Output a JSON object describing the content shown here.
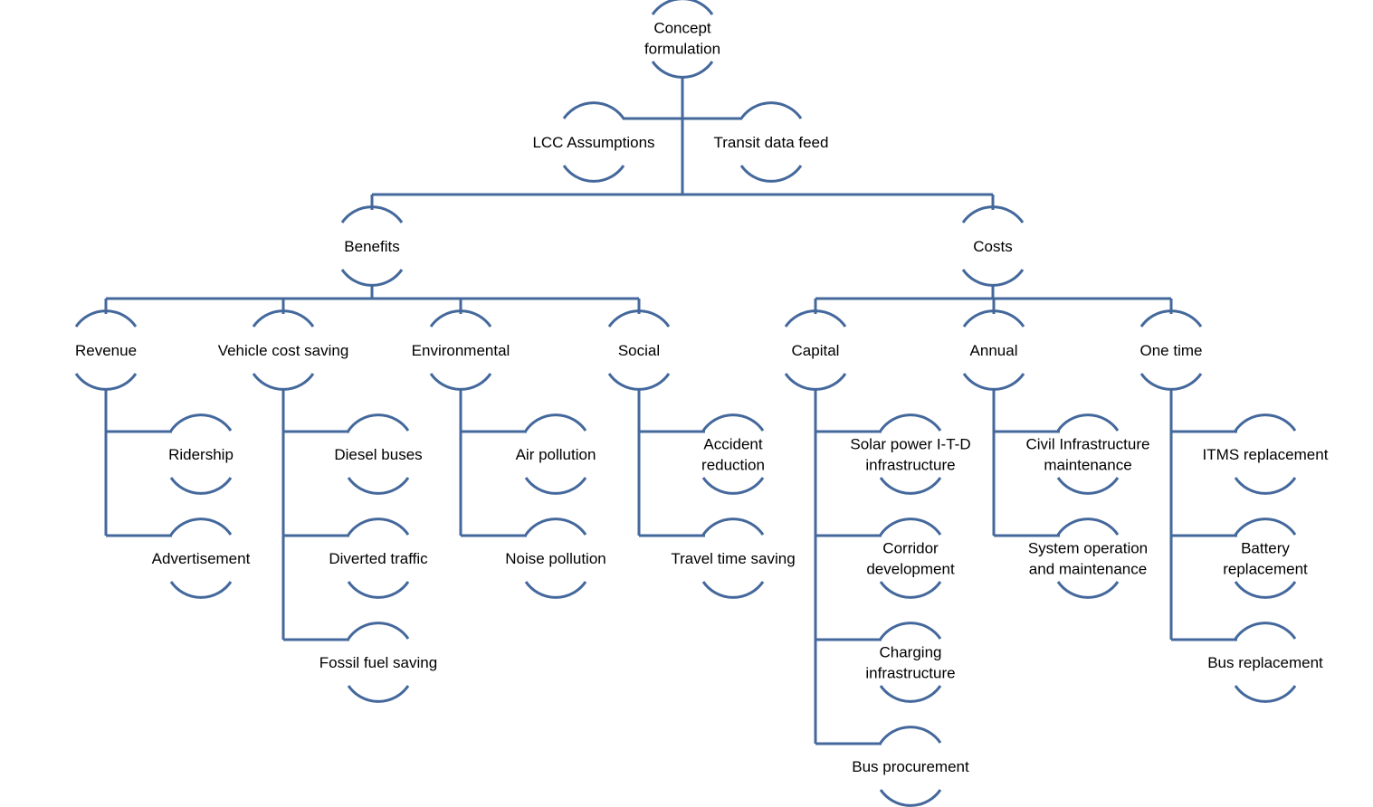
{
  "colors": {
    "line": "#44689C",
    "text": "#000000",
    "background": "#FFFFFF"
  },
  "nodes": {
    "root": {
      "lines": [
        "Concept",
        "formulation"
      ]
    },
    "lcc": {
      "lines": [
        "LCC Assumptions"
      ]
    },
    "transit": {
      "lines": [
        "Transit data feed"
      ]
    },
    "benefits": {
      "lines": [
        "Benefits"
      ]
    },
    "costs": {
      "lines": [
        "Costs"
      ]
    },
    "revenue": {
      "lines": [
        "Revenue"
      ]
    },
    "vehicle": {
      "lines": [
        "Vehicle cost saving"
      ]
    },
    "env": {
      "lines": [
        "Environmental"
      ]
    },
    "social": {
      "lines": [
        "Social"
      ]
    },
    "capital": {
      "lines": [
        "Capital"
      ]
    },
    "annual": {
      "lines": [
        "Annual"
      ]
    },
    "onetime": {
      "lines": [
        "One time"
      ]
    },
    "ridership": {
      "lines": [
        "Ridership"
      ]
    },
    "advert": {
      "lines": [
        "Advertisement"
      ]
    },
    "diesel": {
      "lines": [
        "Diesel buses"
      ]
    },
    "diverted": {
      "lines": [
        "Diverted traffic"
      ]
    },
    "fossil": {
      "lines": [
        "Fossil fuel saving"
      ]
    },
    "air": {
      "lines": [
        "Air pollution"
      ]
    },
    "noise": {
      "lines": [
        "Noise pollution"
      ]
    },
    "accident": {
      "lines": [
        "Accident",
        "reduction"
      ]
    },
    "travel": {
      "lines": [
        "Travel time saving"
      ]
    },
    "solar": {
      "lines": [
        "Solar power I-T-D",
        "infrastructure"
      ]
    },
    "corridor": {
      "lines": [
        "Corridor",
        "development"
      ]
    },
    "charging": {
      "lines": [
        "Charging",
        "infrastructure"
      ]
    },
    "busproc": {
      "lines": [
        "Bus procurement"
      ]
    },
    "civil": {
      "lines": [
        "Civil Infrastructure",
        "maintenance"
      ]
    },
    "sysop": {
      "lines": [
        "System operation",
        "and maintenance"
      ]
    },
    "itms": {
      "lines": [
        "ITMS replacement"
      ]
    },
    "battery": {
      "lines": [
        "Battery",
        "replacement"
      ]
    },
    "busrep": {
      "lines": [
        "Bus replacement"
      ]
    }
  }
}
